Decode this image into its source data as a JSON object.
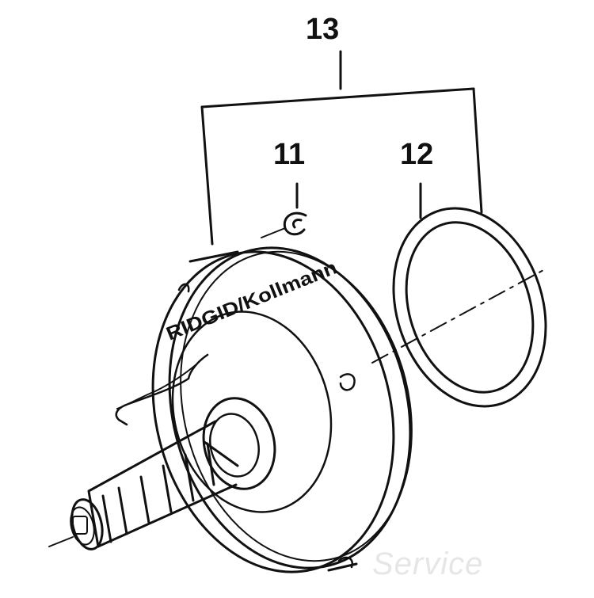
{
  "callouts": {
    "assembly": "13",
    "clip": "11",
    "ring": "12"
  },
  "hub_lettering": "RIDGID/Kollmann",
  "watermark": "Service",
  "colors": {
    "line": "#111111",
    "background": "#ffffff",
    "watermark": "#e6e6e6"
  }
}
